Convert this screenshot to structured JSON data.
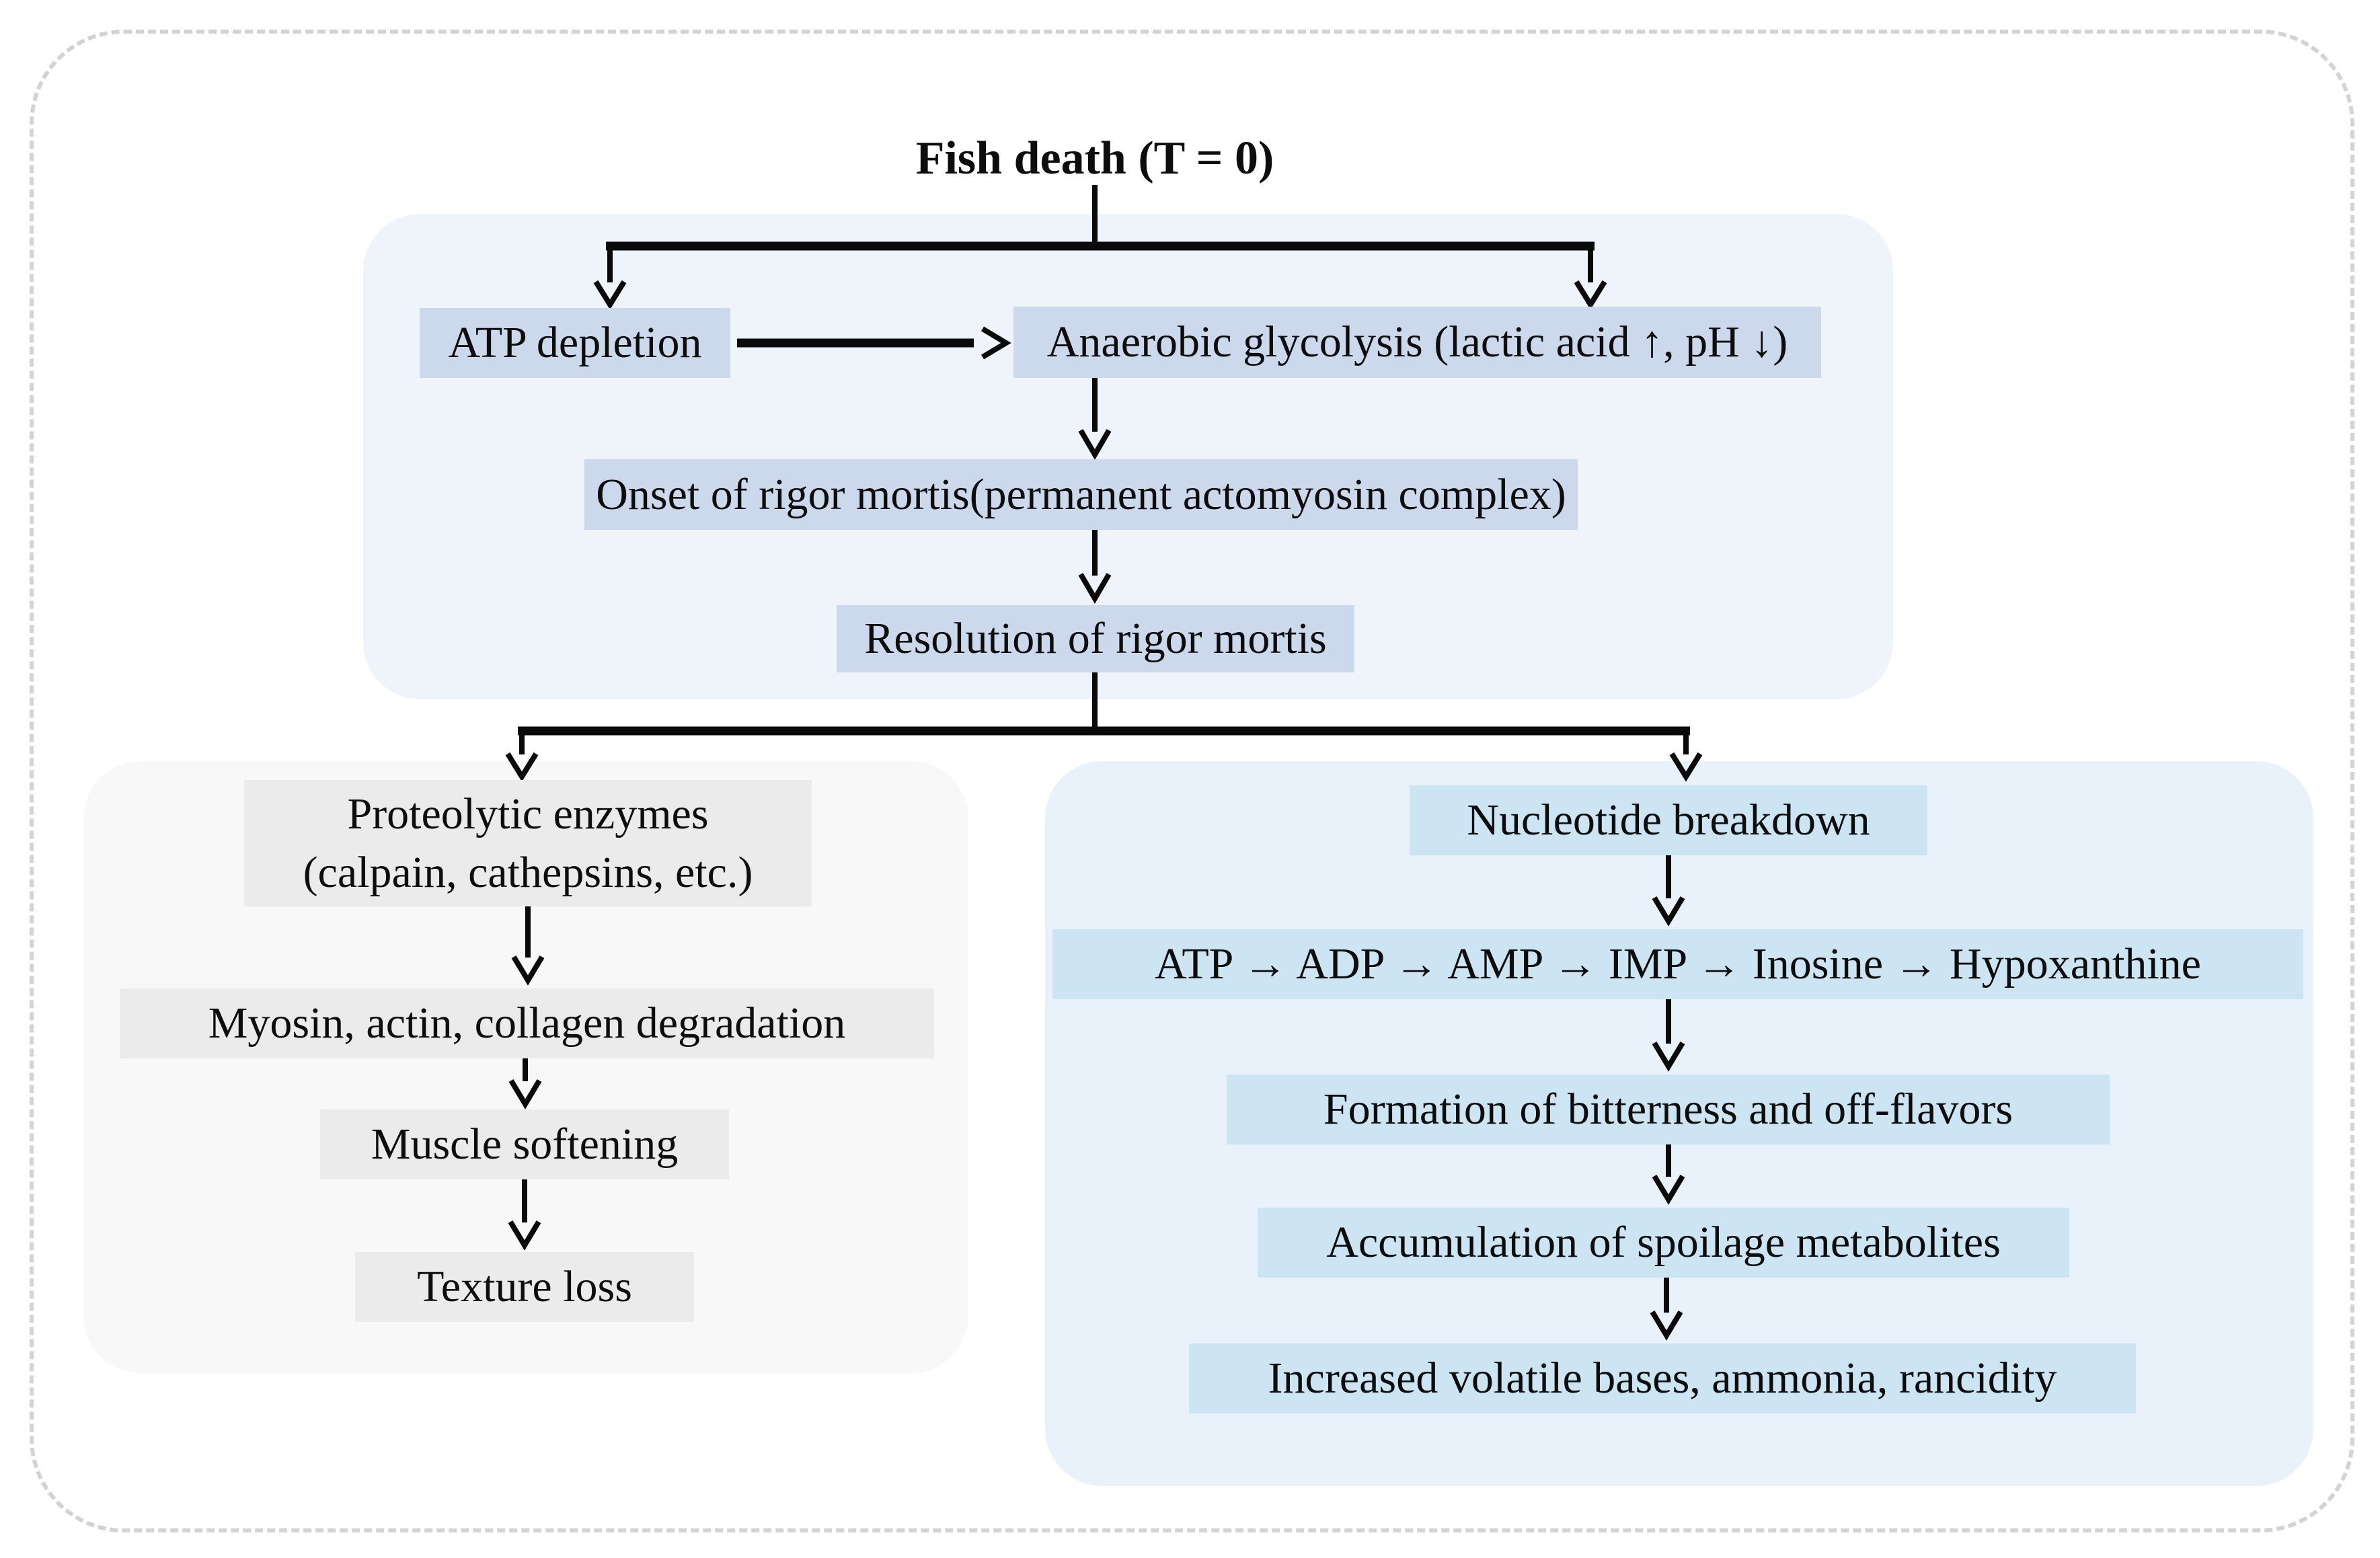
{
  "title": "Fish death (T = 0)",
  "top_section": {
    "atp_depletion": "ATP depletion",
    "anaerobic_glycolysis": "Anaerobic glycolysis (lactic acid ↑, pH ↓)",
    "onset_rigor_mortis": "Onset of rigor mortis(permanent actomyosin complex)",
    "resolution_rigor_mortis": "Resolution of rigor mortis"
  },
  "left_section": {
    "proteolytic_enzymes": "Proteolytic enzymes\n(calpain, cathepsins, etc.)",
    "protein_degradation": "Myosin, actin, collagen degradation",
    "muscle_softening": "Muscle softening",
    "texture_loss": "Texture loss"
  },
  "right_section": {
    "nucleotide_breakdown": "Nucleotide breakdown",
    "nucleotide_chain": "ATP → ADP → AMP → IMP → Inosine → Hypoxanthine",
    "bitterness_off_flavors": "Formation of bitterness and off-flavors",
    "spoilage_metabolites": "Accumulation of spoilage metabolites",
    "volatile_bases": "Increased volatile bases, ammonia, rancidity"
  },
  "colors": {
    "top_panel_bg": "#eff4fa",
    "top_box_bg": "#ccd9ec",
    "left_panel_bg": "#f8f8f8",
    "left_box_bg": "#ebebeb",
    "right_panel_bg": "#e9f2fa",
    "right_box_bg": "#cde4f3",
    "arrow": "#0a0a0a",
    "dashed_border": "#d3d3d3",
    "text": "#0d0d0d"
  }
}
